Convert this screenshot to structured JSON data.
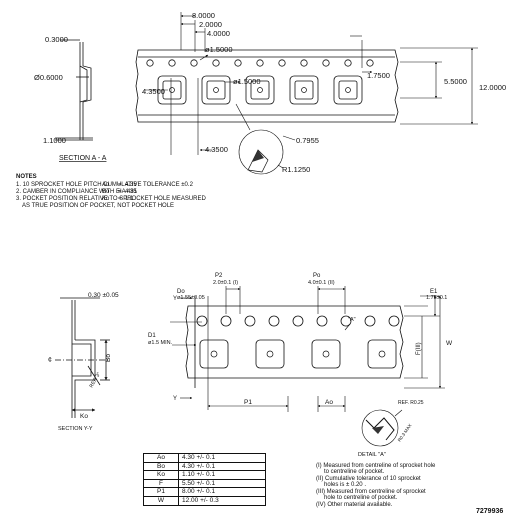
{
  "top_view": {
    "section_a": {
      "title": "SECTION A - A",
      "dim_thickness": "0.3000",
      "dim_dia": "Ø0.6000",
      "dim_depth": "1.1000"
    },
    "dims": {
      "p0": "8.0000",
      "p2": "2.0000",
      "p1": "4.0000",
      "d0": "ø1.5000",
      "d1": "ø1.5000",
      "e": "1.7500",
      "f": "5.5000",
      "w": "12.0000",
      "ao": "4.3500",
      "bo": "4.3500",
      "r1": "0.7955",
      "r2": "R1.1250"
    },
    "notes": {
      "heading": "NOTES",
      "n1": "1. 10 SPROCKET HOLE PITCH CUMULATIVE TOLERANCE ±0.2",
      "n2": "2. CAMBER IN COMPLIANCE WITH EIA 481",
      "n3a": "3. POCKET POSITION RELATIVE TO SPROCKET HOLE MEASURED",
      "n3b": "AS TRUE POSITION OF POCKET, NOT POCKET HOLE"
    },
    "summary": [
      {
        "key": "Ao",
        "eq": "=",
        "val": "4.35"
      },
      {
        "key": "Bo",
        "eq": "=",
        "val": "4.35"
      },
      {
        "key": "Ko",
        "eq": "=",
        "val": "1.1"
      }
    ]
  },
  "bottom_view": {
    "section_y": {
      "title": "SECTION Y-Y",
      "thk": "0.30 ±0.05",
      "cl": "¢",
      "bo": "Bo",
      "ko": "Ko",
      "ref": "REF. 3°"
    },
    "labels": {
      "do": "Do",
      "do_val": "ø1.55±0.05",
      "p2": "P2",
      "p2_val": "2.0±0.1 (I)",
      "p0": "Po",
      "p0_val": "4.0±0.1 (II)",
      "e1": "E1",
      "e1_val": "1.75±0.1",
      "d1": "D1",
      "d1_val": "ø1.5 MIN.",
      "y_top": "Y",
      "y_bot": "Y",
      "f": "F(III)",
      "w": "W",
      "p1": "P1",
      "ao": "Ao",
      "a_mark": "\"A\"",
      "detail": "DETAIL \"A\"",
      "r_ref": "REF. R0.25",
      "r_ref2": "R0.3 MAX"
    },
    "spec_table": [
      {
        "key": "Ao",
        "val": "4.30  +/-  0.1"
      },
      {
        "key": "Bo",
        "val": "4.30  +/-  0.1"
      },
      {
        "key": "Ko",
        "val": "1.10  +/-  0.1"
      },
      {
        "key": "F",
        "val": "5.50  +/-  0.1"
      },
      {
        "key": "P1",
        "val": "8.00  +/-  0.1"
      },
      {
        "key": "W",
        "val": "12.00  +/-  0.3"
      }
    ],
    "footnotes": {
      "f1a": "(I)   Measured from centreline of sprocket hole",
      "f1b": "to centreline of pocket.",
      "f2a": "(II)  Cumulative tolerance of 10 sprocket",
      "f2b": "holes is ± 0.20 .",
      "f3a": "(III) Measured from centreline of sprocket",
      "f3b": "hole to centreline of pocket.",
      "f4": "(IV)  Other material available."
    },
    "drawing_number": "7279936"
  }
}
